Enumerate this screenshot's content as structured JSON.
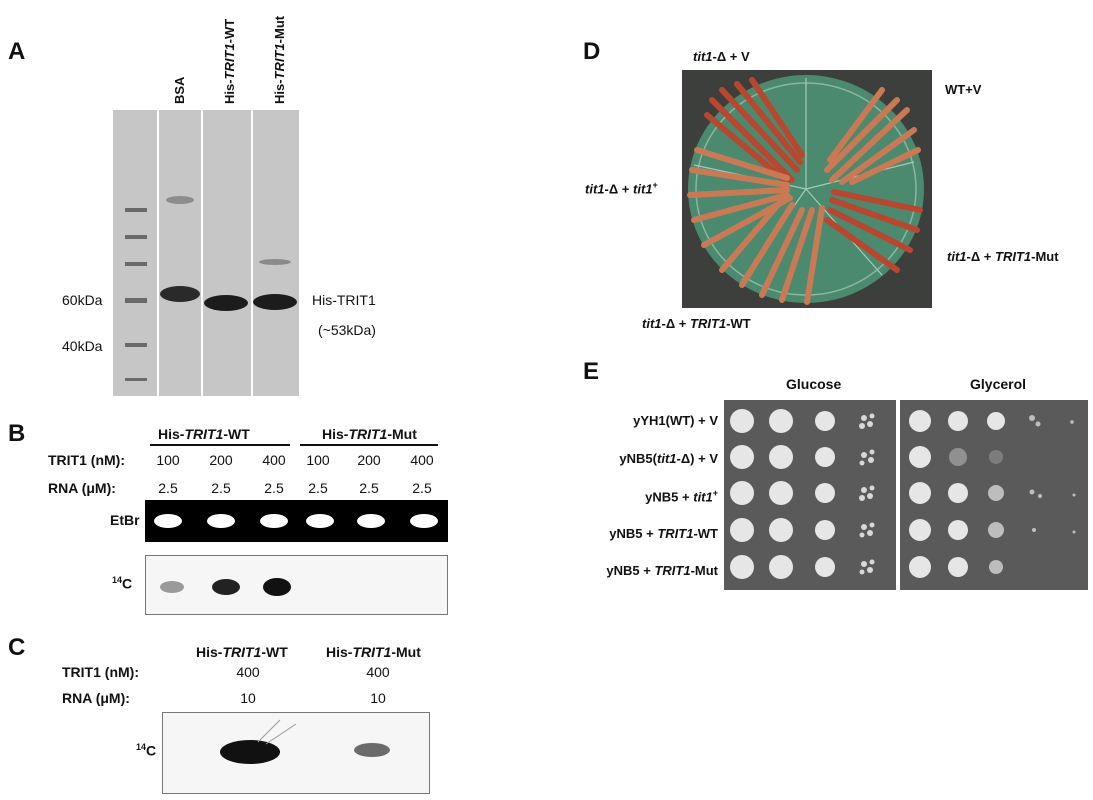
{
  "panelA": {
    "letter": "A",
    "lanes": [
      "BSA",
      "His-TRIT1-WT",
      "His-TRIT1-Mut"
    ],
    "markers": [
      "60kDa",
      "40kDa"
    ],
    "band_label": "His-TRIT1",
    "band_size": "(~53kDa)"
  },
  "panelB": {
    "letter": "B",
    "groups": [
      "His-TRIT1-WT",
      "His-TRIT1-Mut"
    ],
    "trit_label": "TRIT1 (nM):",
    "rna_label": "RNA (μM):",
    "trit_values": [
      "100",
      "200",
      "400",
      "100",
      "200",
      "400"
    ],
    "rna_values": [
      "2.5",
      "2.5",
      "2.5",
      "2.5",
      "2.5",
      "2.5"
    ],
    "etbr_label": "EtBr",
    "c14_label": "C",
    "c14_sup": "14"
  },
  "panelC": {
    "letter": "C",
    "groups": [
      "His-TRIT1-WT",
      "His-TRIT1-Mut"
    ],
    "trit_label": "TRIT1 (nM):",
    "rna_label": "RNA (μM):",
    "trit_values": [
      "400",
      "400"
    ],
    "rna_values": [
      "10",
      "10"
    ],
    "c14_label": "C",
    "c14_sup": "14"
  },
  "panelD": {
    "letter": "D",
    "labels": {
      "top": "tit1-Δ + V",
      "wt": "WT+V",
      "left": "tit1-Δ + tit1",
      "left_sup": "+",
      "right": "tit1-Δ + TRIT1-Mut",
      "bottom": "tit1-Δ + TRIT1-WT"
    }
  },
  "panelE": {
    "letter": "E",
    "conditions": [
      "Glucose",
      "Glycerol"
    ],
    "rows": [
      "yYH1(WT) + V",
      "yNB5(tit1-Δ) + V",
      "yNB5 + tit1",
      "yNB5 + TRIT1-WT",
      "yNB5 + TRIT1-Mut"
    ],
    "row3_sup": "+",
    "colors": {
      "plate_bg": "#3c3f3c",
      "agar": "#4b8a6e",
      "streak": "#c97a55"
    }
  }
}
